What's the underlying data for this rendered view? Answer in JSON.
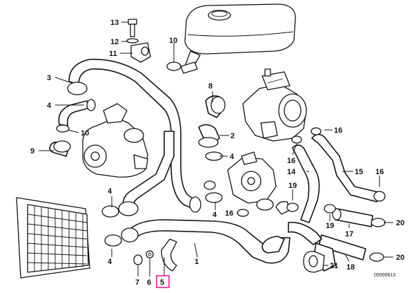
{
  "labels": [
    "13",
    "12",
    "11",
    "10",
    "3",
    "4",
    "8",
    "10",
    "2",
    "9",
    "4",
    "4",
    "4",
    "16",
    "4",
    "1",
    "7",
    "6",
    "5",
    "16",
    "16",
    "14",
    "15",
    "16",
    "19",
    "19",
    "17",
    "20",
    "20",
    "21",
    "18"
  ],
  "highlighted_part": "5",
  "highlight_color": "#e0218a",
  "diagram_code": "00000613"
}
